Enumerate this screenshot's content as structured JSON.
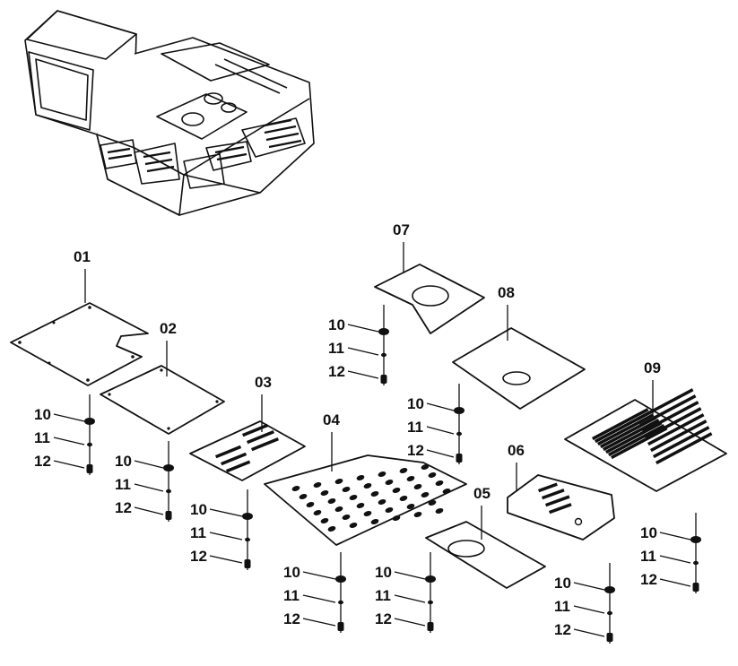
{
  "labels": {
    "p01": "01",
    "p02": "02",
    "p03": "03",
    "p04": "04",
    "p05": "05",
    "p06": "06",
    "p07": "07",
    "p08": "08",
    "p09": "09",
    "washer": "10",
    "lockwasher": "11",
    "bolt": "12"
  }
}
